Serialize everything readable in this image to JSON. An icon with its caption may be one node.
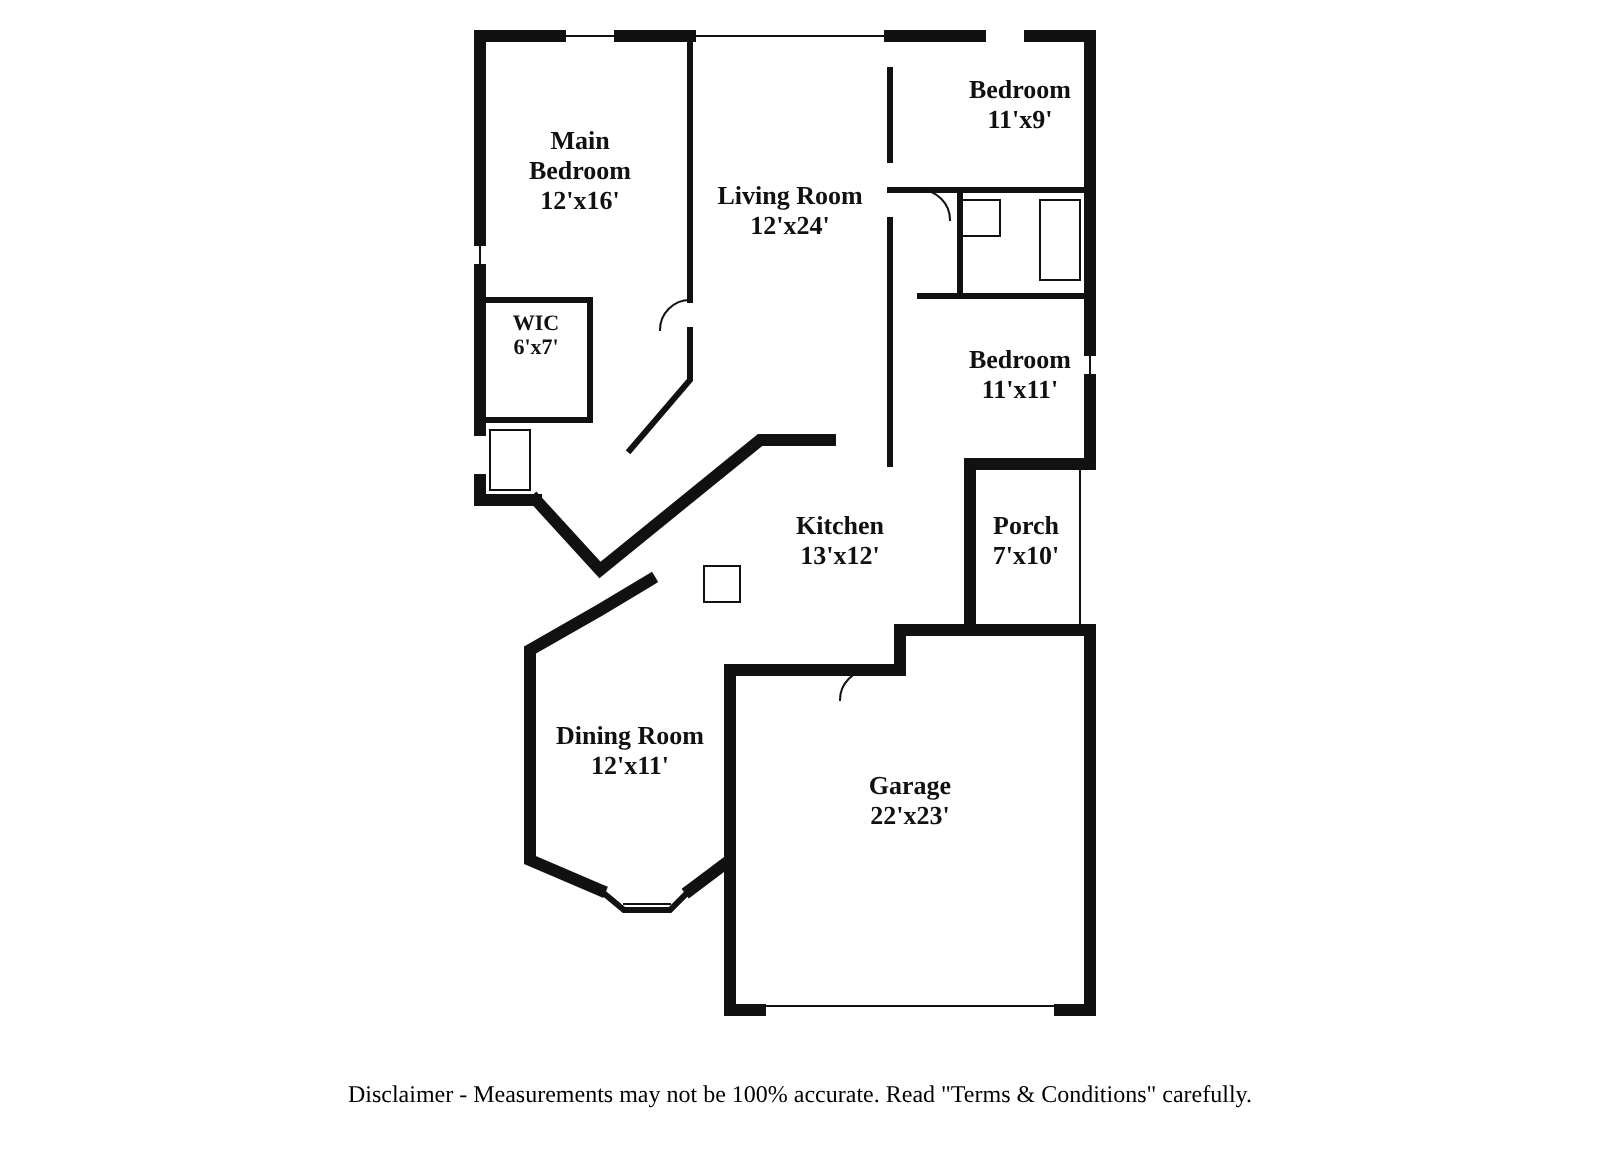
{
  "diagram": {
    "caption": "Disclaimer - Measurements may not be 100% accurate. Read \"Terms & Conditions\" carefully.",
    "nodes": [
      {
        "text": [
          "Main Bedroom",
          "12'x16'"
        ]
      },
      {
        "text": [
          "Living Room",
          "12'x24'"
        ]
      },
      {
        "text": [
          "Bedroom",
          "11'x9'"
        ]
      },
      {
        "text": [
          "WIC",
          "6'x7'"
        ]
      },
      {
        "text": [
          "Bedroom",
          "11'x11'"
        ]
      },
      {
        "text": [
          "Kitchen",
          "13'x12'"
        ]
      },
      {
        "text": [
          "Porch",
          "7'x10'"
        ]
      },
      {
        "text": [
          "Dining Room",
          "12'x11'"
        ]
      },
      {
        "text": [
          "Garage",
          "22'x23'"
        ]
      }
    ]
  }
}
